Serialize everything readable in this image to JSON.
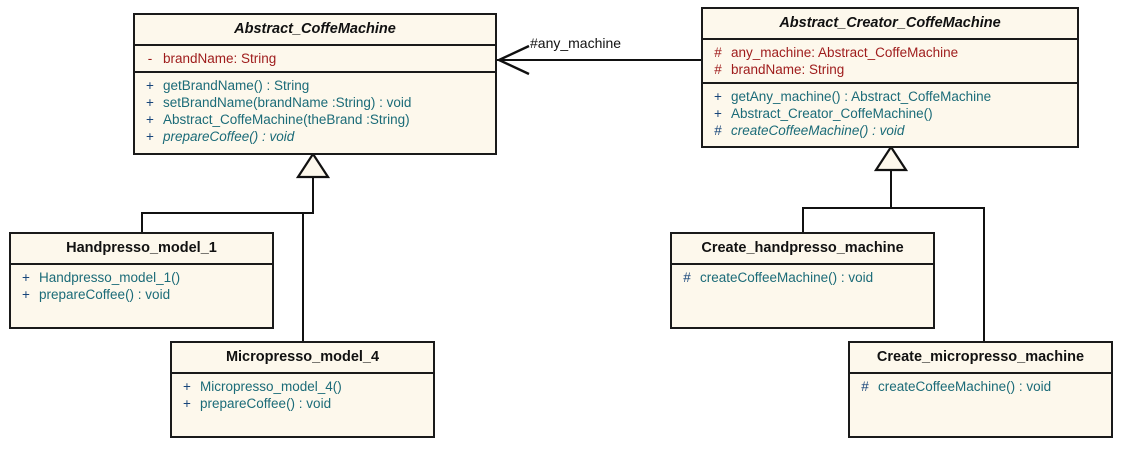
{
  "diagram": {
    "title": "Abstract Factory / Factory Method UML class diagram",
    "background_color": "#ffffff",
    "class_fill_color": "#fdf8ec",
    "border_color": "#1a1a1a",
    "attribute_text_color": "#9e1b1b",
    "operation_text_color": "#1b6b78",
    "visibility_text_color": "#17457a"
  },
  "classes": {
    "abstract_coffe_machine": {
      "name": "Abstract_CoffeMachine",
      "is_abstract": true,
      "attributes": [
        {
          "visibility": "-",
          "signature": "brandName:  String"
        }
      ],
      "operations": [
        {
          "visibility": "+",
          "signature": "getBrandName() : String",
          "is_abstract": false
        },
        {
          "visibility": "+",
          "signature": "setBrandName(brandName :String) : void",
          "is_abstract": false
        },
        {
          "visibility": "+",
          "signature": "Abstract_CoffeMachine(theBrand :String)",
          "is_abstract": false
        },
        {
          "visibility": "+",
          "signature": "prepareCoffee() : void",
          "is_abstract": true
        }
      ]
    },
    "abstract_creator_coffe_machine": {
      "name": "Abstract_Creator_CoffeMachine",
      "is_abstract": true,
      "attributes": [
        {
          "visibility": "#",
          "signature": "any_machine:  Abstract_CoffeMachine"
        },
        {
          "visibility": "#",
          "signature": "brandName:  String"
        }
      ],
      "operations": [
        {
          "visibility": "+",
          "signature": "getAny_machine() : Abstract_CoffeMachine",
          "is_abstract": false
        },
        {
          "visibility": "+",
          "signature": "Abstract_Creator_CoffeMachine()",
          "is_abstract": false
        },
        {
          "visibility": "#",
          "signature": "createCoffeeMachine() : void",
          "is_abstract": true
        }
      ]
    },
    "handpresso_model_1": {
      "name": "Handpresso_model_1",
      "is_abstract": false,
      "attributes": [],
      "operations": [
        {
          "visibility": "+",
          "signature": "Handpresso_model_1()",
          "is_abstract": false
        },
        {
          "visibility": "+",
          "signature": "prepareCoffee() : void",
          "is_abstract": false
        }
      ]
    },
    "micropresso_model_4": {
      "name": "Micropresso_model_4",
      "is_abstract": false,
      "attributes": [],
      "operations": [
        {
          "visibility": "+",
          "signature": "Micropresso_model_4()",
          "is_abstract": false
        },
        {
          "visibility": "+",
          "signature": "prepareCoffee() : void",
          "is_abstract": false
        }
      ]
    },
    "create_handpresso_machine": {
      "name": "Create_handpresso_machine",
      "is_abstract": false,
      "attributes": [],
      "operations": [
        {
          "visibility": "#",
          "signature": "createCoffeeMachine() : void",
          "is_abstract": false
        }
      ]
    },
    "create_micropresso_machine": {
      "name": "Create_micropresso_machine",
      "is_abstract": false,
      "attributes": [],
      "operations": [
        {
          "visibility": "#",
          "signature": "createCoffeeMachine() : void",
          "is_abstract": false
        }
      ]
    }
  },
  "relationships": {
    "association": {
      "label": "#any_machine",
      "from": "Abstract_Creator_CoffeMachine",
      "to": "Abstract_CoffeMachine",
      "kind": "directed-association"
    },
    "generalizations": [
      {
        "child": "Handpresso_model_1",
        "parent": "Abstract_CoffeMachine"
      },
      {
        "child": "Micropresso_model_4",
        "parent": "Abstract_CoffeMachine"
      },
      {
        "child": "Create_handpresso_machine",
        "parent": "Abstract_Creator_CoffeMachine"
      },
      {
        "child": "Create_micropresso_machine",
        "parent": "Abstract_Creator_CoffeMachine"
      }
    ]
  }
}
